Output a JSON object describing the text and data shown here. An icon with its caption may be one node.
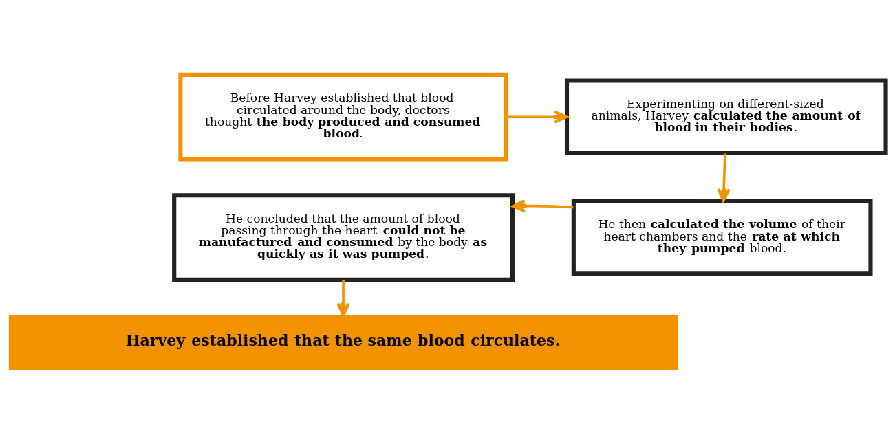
{
  "diagram": {
    "nodes": [
      {
        "text": [
          "Before Harvey established that blood circulated around the body, doctors thought **the body produced and consumed blood**."
        ]
      },
      {
        "text": [
          "Experimenting on different-sized animals, Harvey **calculated the amount of blood in their bodies**."
        ]
      },
      {
        "text": [
          "He then **calculated the volume** of their heart chambers and the **rate at which they pumped** blood."
        ]
      },
      {
        "text": [
          "He concluded that the amount of blood passing through the heart **could not be manufactured and consumed** by the body **as quickly as it was pumped**."
        ]
      },
      {
        "text": [
          "**Harvey established that the same blood circulates.**"
        ]
      }
    ],
    "edges": [
      {
        "from": 0,
        "to": 1,
        "arrow": "to"
      },
      {
        "from": 1,
        "to": 2,
        "arrow": "to"
      },
      {
        "from": 2,
        "to": 3,
        "arrow": "to"
      },
      {
        "from": 3,
        "to": 4,
        "arrow": "to"
      }
    ]
  }
}
